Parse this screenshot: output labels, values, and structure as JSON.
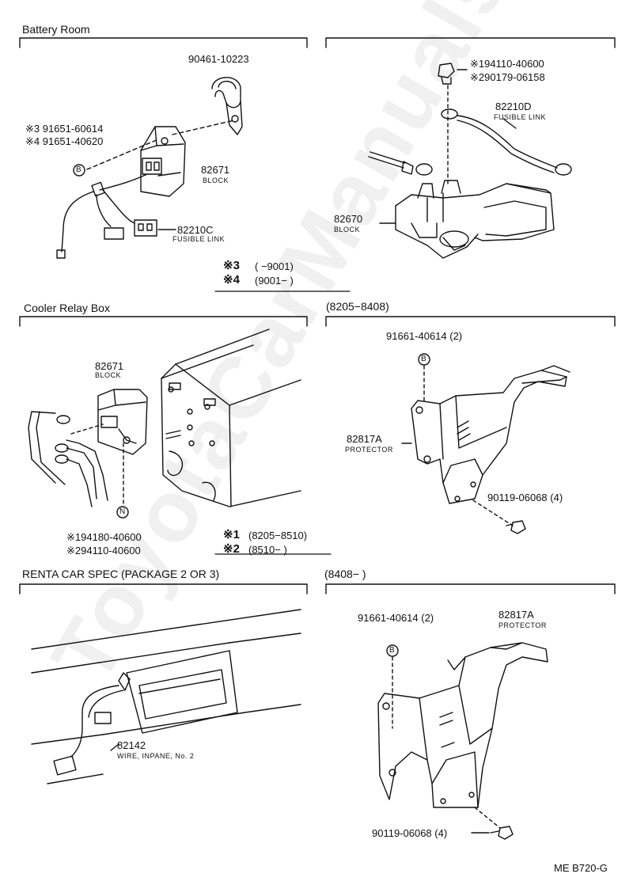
{
  "sections": {
    "battery_room": "Battery Room",
    "cooler_relay_box": "Cooler Relay Box",
    "range_8205_8408": "(8205−8408)",
    "renta_car": "RENTA CAR SPEC (PACKAGE 2 OR 3)",
    "range_8408": "(8408−        )"
  },
  "parts": {
    "clamp": "90461-10223",
    "bolt_star3": "※3 91651-60614",
    "bolt_star4": "※4 91651-40620",
    "block_82671": "82671",
    "block_word": "BLOCK",
    "fl_82210c": "82210C",
    "fusible_link": "FUSIBLE LINK",
    "nut_star1_top": "※194110-40600",
    "nut_star2_top": "※290179-06158",
    "fl_82210d": "82210D",
    "block_82670": "82670",
    "cooler_block": "82671",
    "nut_star1_bottom": "※194180-40600",
    "nut_star2_bottom": "※294110-40600",
    "bolt_a": "91661-40614 (2)",
    "protector_a": "82817A",
    "protector_word": "PROTECTOR",
    "screw_a": "90119-06068 (4)",
    "bolt_b": "91661-40614 (2)",
    "protector_b": "82817A",
    "screw_b": "90119-06068 (4)",
    "wire_82142": "82142",
    "wire_desc": "WIRE, INPANE, No. 2"
  },
  "legends": {
    "star3": "※3",
    "star3_range": "(        −9001)",
    "star4": "※4",
    "star4_range": "(9001−        )",
    "star1": "※1",
    "star1_range": "(8205−8510)",
    "star2": "※2",
    "star2_range": "(8510−        )"
  },
  "callouts": {
    "b": "B",
    "n": "N"
  },
  "footer": "ME B720-G",
  "watermark": "ToyotaCarManuals.ru"
}
